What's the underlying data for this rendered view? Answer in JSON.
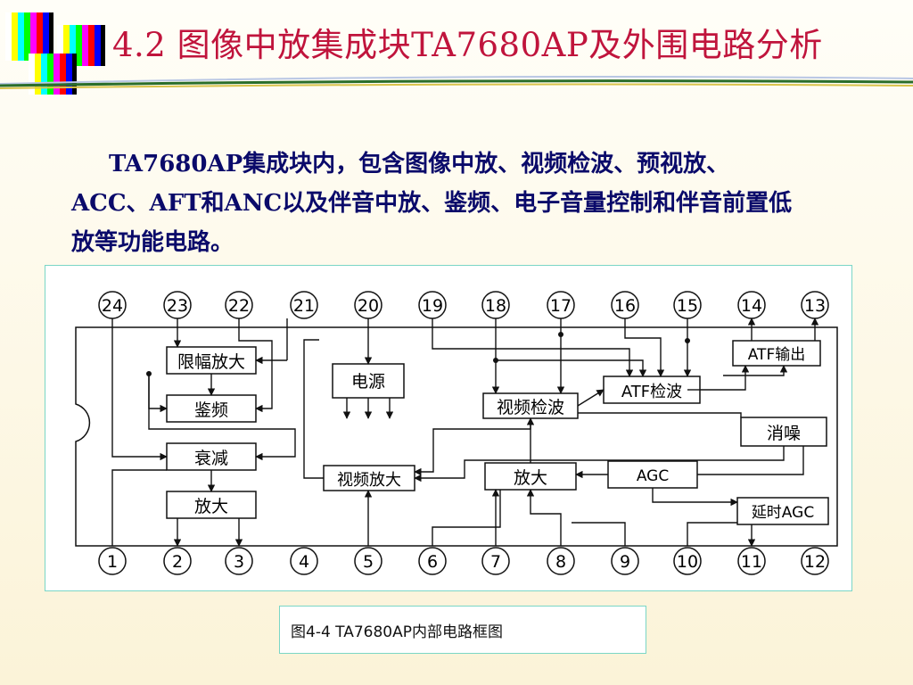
{
  "header": {
    "title": "4.2 图像中放集成块TA7680AP及外围电路分析"
  },
  "intro": {
    "text": "TA7680AP集成块内，包含图像中放、视频检波、预视放、ACC、AFT和ANC以及伴音中放、鉴频、电子音量控制和伴音前置低放等功能电路。"
  },
  "diagram": {
    "pins_top": [
      "24",
      "23",
      "22",
      "21",
      "20",
      "19",
      "18",
      "17",
      "16",
      "15",
      "14",
      "13"
    ],
    "pins_bottom": [
      "1",
      "2",
      "3",
      "4",
      "5",
      "6",
      "7",
      "8",
      "9",
      "10",
      "11",
      "12"
    ],
    "blocks": {
      "limiter_amp": "限幅放大",
      "discriminator": "鉴频",
      "attenuator": "衰减",
      "audio_amp": "放大",
      "power_supply": "电源",
      "video_detector": "视频检波",
      "atf_detector": "ATF检波",
      "atf_output": "ATF输出",
      "noise_canceller": "消噪",
      "video_amp": "视频放大",
      "if_amp": "放大",
      "agc": "AGC",
      "delayed_agc": "延时AGC"
    }
  },
  "caption": {
    "text": "图4-4 TA7680AP内部电路框图"
  }
}
